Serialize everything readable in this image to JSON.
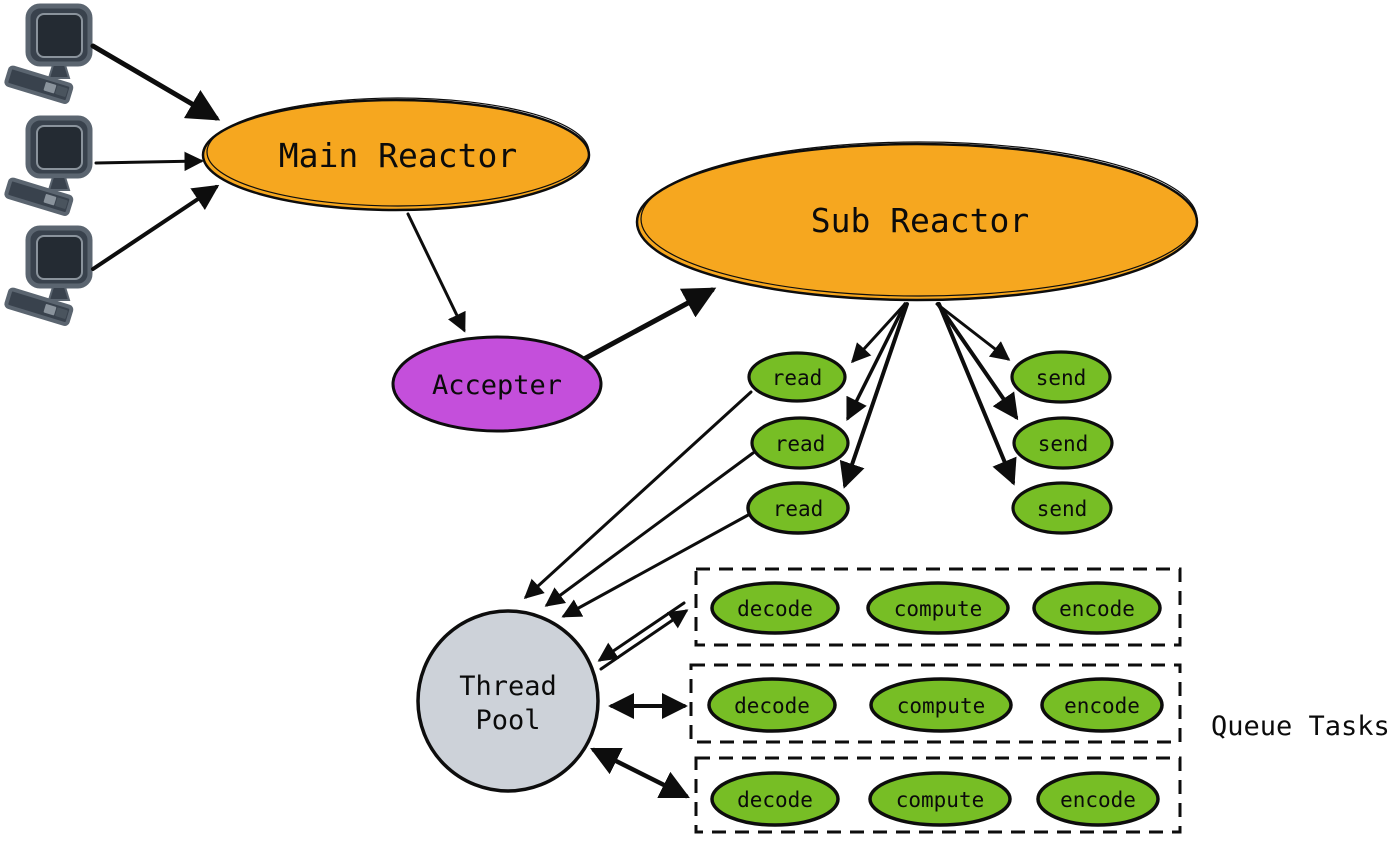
{
  "diagram": {
    "title_semantic": "reactor-pattern-architecture",
    "caption": "Queue Tasks",
    "colors": {
      "reactor_orange": "#F6A71F",
      "accepter_purple": "#C44FDB",
      "task_green": "#77BE25",
      "pool_gray": "#CDD2D9",
      "edge_black": "#0d0d0d",
      "computer_dark": "#39424d",
      "computer_mid": "#5b6570",
      "computer_screen": "#242b33"
    },
    "nodes": {
      "main_reactor": "Main Reactor",
      "sub_reactor": "Sub Reactor",
      "accepter": "Accepter",
      "thread_pool_line1": "Thread",
      "thread_pool_line2": "Pool",
      "read_labels": [
        "read",
        "read",
        "read"
      ],
      "send_labels": [
        "send",
        "send",
        "send"
      ],
      "queue_rows": [
        [
          "decode",
          "compute",
          "encode"
        ],
        [
          "decode",
          "compute",
          "encode"
        ],
        [
          "decode",
          "compute",
          "encode"
        ]
      ]
    },
    "icons": {
      "client": "computer-icon",
      "client_count": "3"
    }
  }
}
